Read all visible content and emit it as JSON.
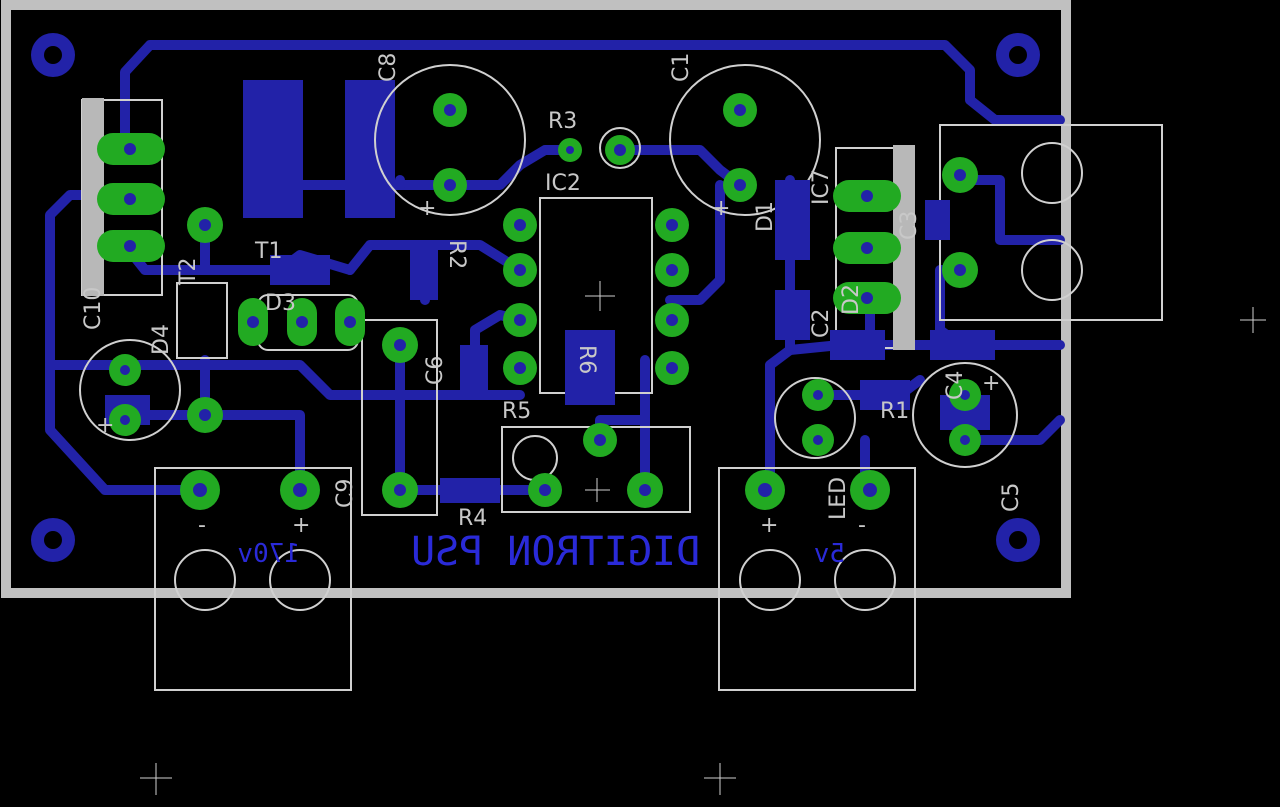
{
  "board": {
    "title": "DIGITRON PSU",
    "colors": {
      "background": "#000000",
      "board_edge": "#c0c0c0",
      "copper": "#2222a8",
      "pad": "#22aa22",
      "drill": "#2222a8",
      "silkscreen": "#d0d0d0"
    }
  },
  "labels": {
    "c8": "C8",
    "c1": "C1",
    "r3": "R3",
    "ic2": "IC2",
    "c10": "C10",
    "t2": "T2",
    "d4": "D4",
    "t1": "T1",
    "d3": "D3",
    "r2": "R2",
    "c6": "C6",
    "r5": "R5",
    "r4": "R4",
    "c9": "C9",
    "ic7": "IC7",
    "d1": "D1",
    "c3": "C3",
    "d2": "D2",
    "r1": "R1",
    "c4": "C4",
    "c5": "C5",
    "led": "LED",
    "c2": "C2",
    "r6": "R6",
    "plus_a": "+",
    "plus_b": "+",
    "plus_c": "+",
    "plus_d": "+",
    "minus_a": "-",
    "minus_b": "-",
    "plus_left": "+",
    "minus_left": "-",
    "plus_right": "+",
    "minus_right": "-",
    "v170": "170v",
    "v5": "5v"
  }
}
